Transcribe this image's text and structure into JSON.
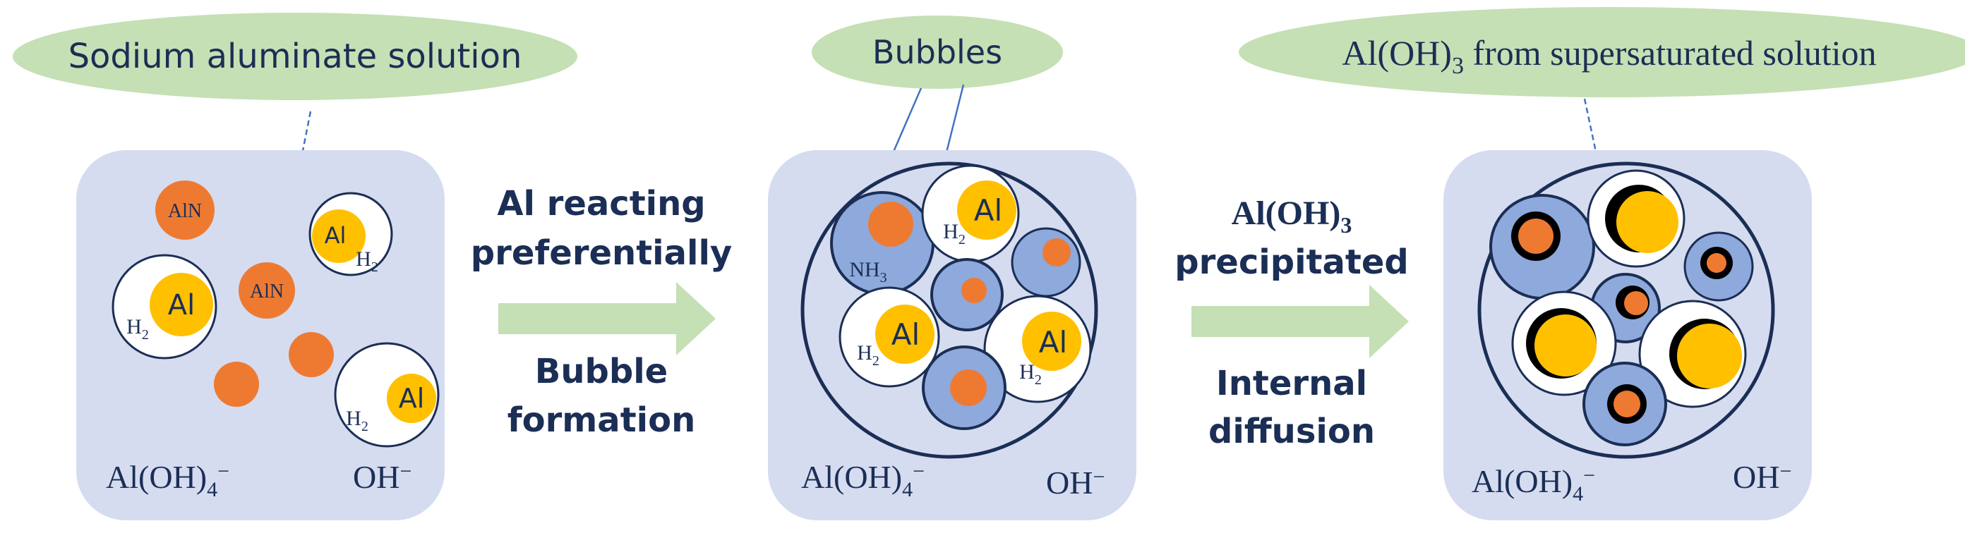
{
  "colors": {
    "panel": "#d5dcf0",
    "navy": "#1b2e55",
    "orange": "#ee7a32",
    "yellow": "#ffc000",
    "bubble_blue": "#8ea9db",
    "label_green": "#c5e0b4",
    "arrow_green": "#c5e0b4",
    "white": "#ffffff"
  },
  "callouts": {
    "sodium_aluminate": "Sodium aluminate solution",
    "bubbles": "Bubbles",
    "precipitate": {
      "main": "Al(OH)",
      "sub": "3",
      "rest": " from supersaturated solution"
    }
  },
  "steps": {
    "step1": {
      "line1": "Al reacting",
      "line2": "preferentially",
      "line3": "Bubble",
      "line4": "formation"
    },
    "step2": {
      "formula_main": "Al(OH)",
      "formula_sub": "3",
      "line2": "precipitated",
      "line3": "Internal",
      "line4": "diffusion"
    }
  },
  "species": {
    "al": "Al",
    "aln": "AlN",
    "h2_main": "H",
    "h2_sub": "2",
    "nh3_main": "NH",
    "nh3_sub": "3",
    "aluminate_main": "Al(OH)",
    "aluminate_sub": "4",
    "aluminate_sup": "−",
    "hydroxide_main": "OH",
    "hydroxide_sup": "−"
  }
}
